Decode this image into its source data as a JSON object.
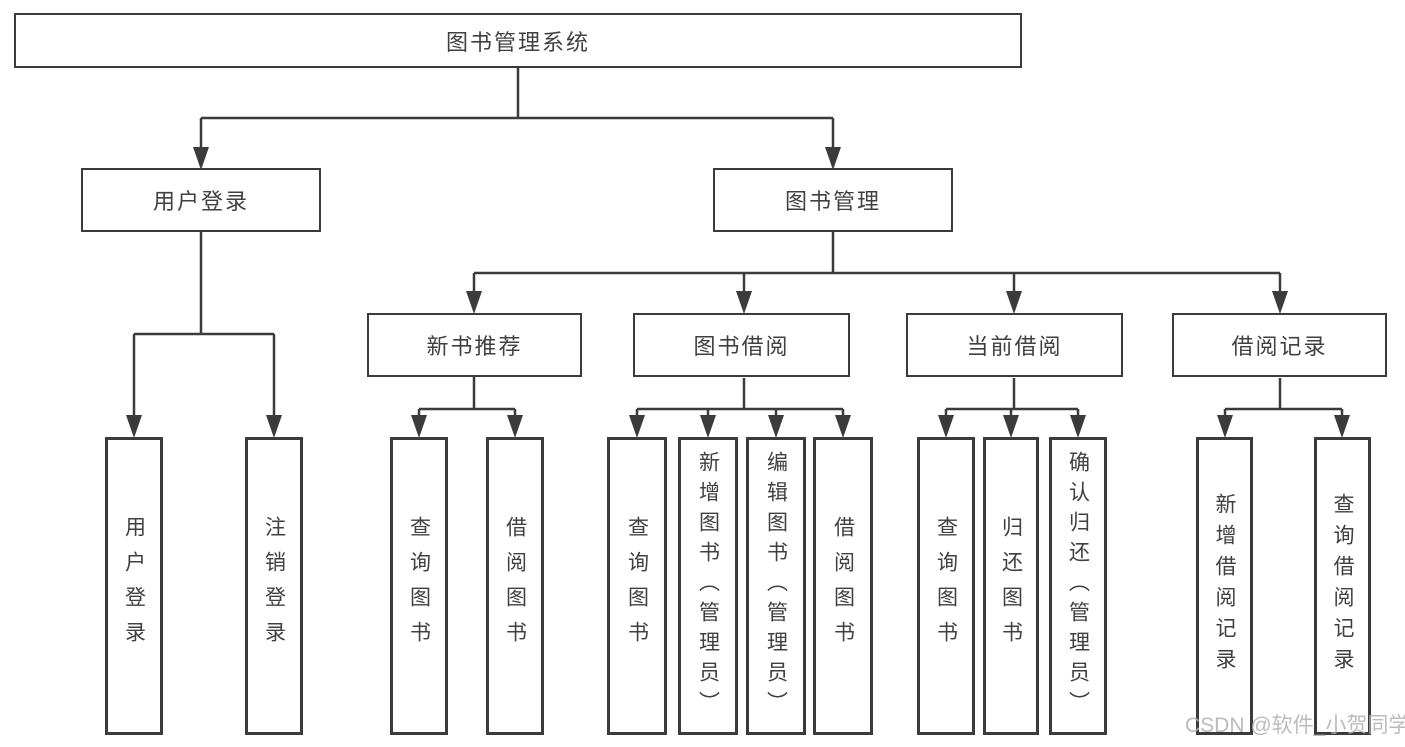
{
  "diagram": {
    "watermark": "CSDN @软件_小贺同学",
    "colors": {
      "line": "#3b3b3b",
      "text": "#404040",
      "background": "#ffffff",
      "watermark": "#b0b0b0"
    },
    "tree": {
      "root": "图书管理系统",
      "branches": [
        {
          "label": "用户登录",
          "children": [
            "用户登录",
            "注销登录"
          ]
        },
        {
          "label": "图书管理",
          "sections": [
            {
              "label": "新书推荐",
              "children": [
                "查询图书",
                "借阅图书"
              ]
            },
            {
              "label": "图书借阅",
              "children": [
                "查询图书",
                "新增图书（管理员）",
                "编辑图书（管理员）",
                "借阅图书"
              ]
            },
            {
              "label": "当前借阅",
              "children": [
                "查询图书",
                "归还图书",
                "确认归还（管理员）"
              ]
            },
            {
              "label": "借阅记录",
              "children": [
                "新增借阅记录",
                "查询借阅记录"
              ]
            }
          ]
        }
      ]
    }
  }
}
